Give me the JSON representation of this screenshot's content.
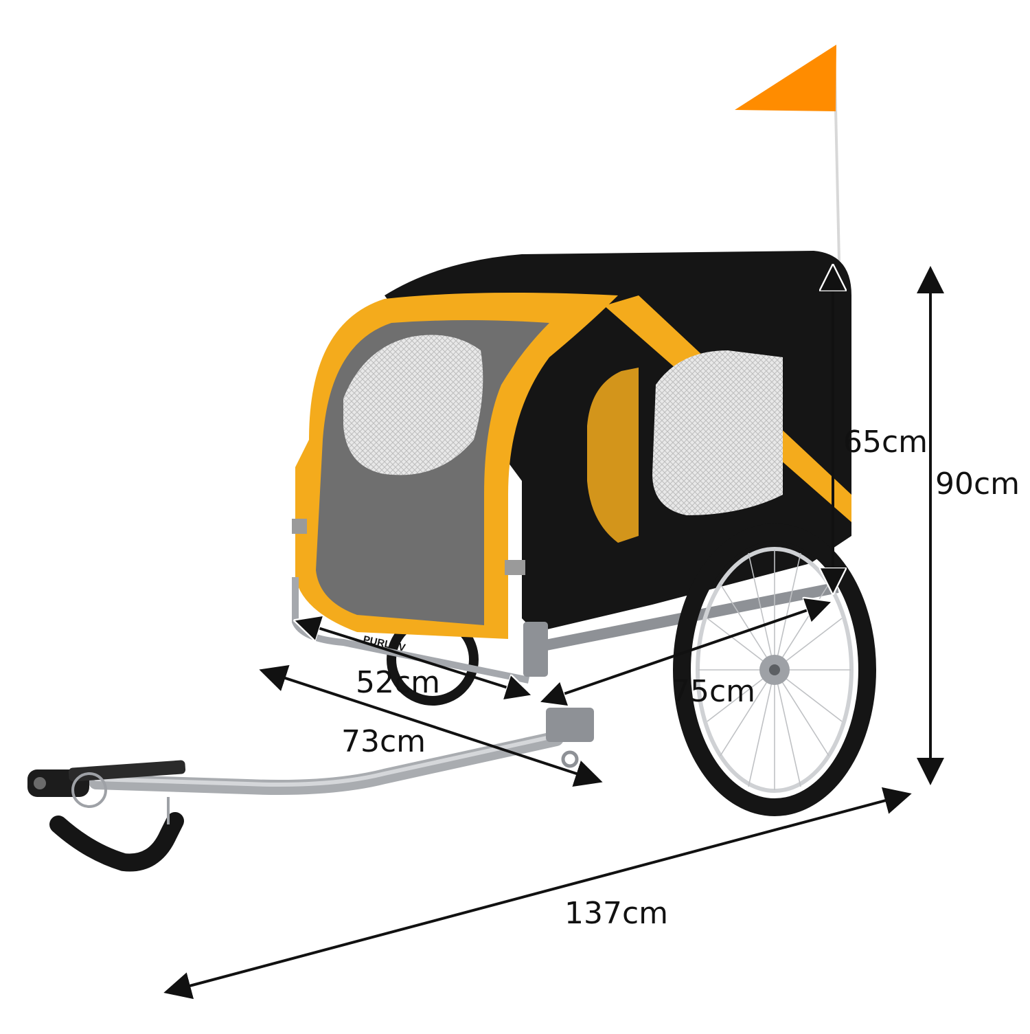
{
  "product": {
    "brand": "PURLOV",
    "colors": {
      "canopy": "#f4ab1c",
      "fabric": "#151515",
      "flag": "#ff8c00",
      "frame": "#a5a8ad",
      "arrow": "#111111"
    }
  },
  "dimensions": {
    "cabin_height": "65cm",
    "total_height": "90cm",
    "cabin_width": "52cm",
    "cabin_length": "75cm",
    "wheelbase_width": "73cm",
    "total_length": "137cm"
  }
}
